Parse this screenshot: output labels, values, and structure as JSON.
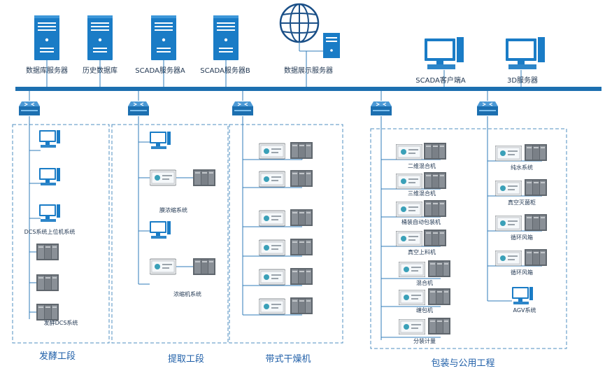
{
  "servers": {
    "db_server": "数据库服务器",
    "history_db": "历史数据库",
    "scada_a": "SCADA服务器A",
    "scada_b": "SCADA服务器B",
    "display_server": "数据展示服务器",
    "scada_client_a": "SCADA客户端A",
    "server_3d": "3D服务器"
  },
  "fermentation": {
    "zone_label": "发酵工段",
    "dcs_hmi_label": "DCS系统上位机系统",
    "dcs_label": "发酵DCS系统"
  },
  "extraction": {
    "zone_label": "提取工段",
    "membrane_label": "膜浓缩系统",
    "concentrator_label": "浓缩机系统"
  },
  "dryer": {
    "zone_label": "带式干燥机"
  },
  "packaging": {
    "zone_label": "包装与公用工程",
    "left_items": [
      "二维混合机",
      "三维混合机",
      "桶装自动包装机",
      "真空上料机",
      "混合机",
      "缠包机",
      "分装计量"
    ],
    "right_items": [
      "纯水系统",
      "真空灭菌柜",
      "循环风箱",
      "循环风箱"
    ],
    "agv_label": "AGV系统"
  },
  "colors": {
    "bus": "#1c6fb0",
    "server_blue": "#1a7cc6",
    "wire": "#2f7bb8",
    "dashed_border": "#4f8fc0",
    "zone_text": "#1f5fa8"
  }
}
